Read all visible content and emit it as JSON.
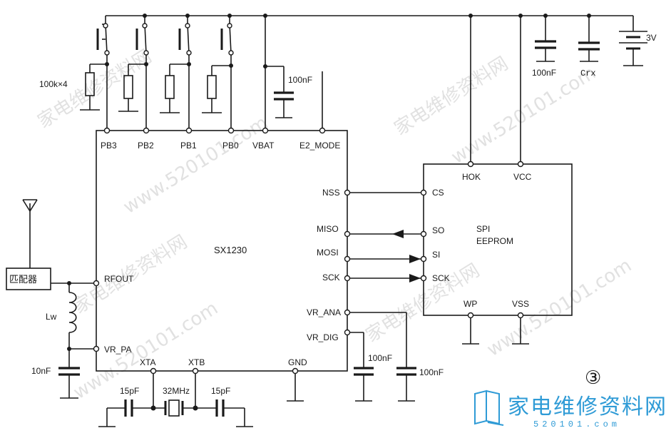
{
  "chips": {
    "main": {
      "name": "SX1230",
      "pins": {
        "pb3": "PB3",
        "pb2": "PB2",
        "pb1": "PB1",
        "pb0": "PB0",
        "vbat": "VBAT",
        "e2_mode": "E2_MODE",
        "nss": "NSS",
        "miso": "MISO",
        "mosi": "MOSI",
        "sck": "SCK",
        "vr_ana": "VR_ANA",
        "vr_dig": "VR_DIG",
        "rfout": "RFOUT",
        "vr_pa": "VR_PA",
        "xta": "XTA",
        "xtb": "XTB",
        "gnd": "GND"
      }
    },
    "eeprom": {
      "line1": "SPI",
      "line2": "EEPROM",
      "pins": {
        "hok": "HOK",
        "vcc": "VCC",
        "cs": "CS",
        "so": "SO",
        "si": "SI",
        "sck": "SCK",
        "wp": "WP",
        "vss": "VSS"
      }
    }
  },
  "components": {
    "resistors": "100k×4",
    "cap_vbat": "100nF",
    "cap_supply": "100nF",
    "cap_crx": "Crx",
    "battery": "3V",
    "inductor": "Lw",
    "cap_vrpa": "10nF",
    "matcher": "匹配器",
    "xtal_cap_left": "15pF",
    "xtal": "32MHz",
    "xtal_cap_right": "15pF",
    "cap_vrdig": "100nF",
    "cap_vrana": "100nF"
  },
  "figure_number": "③",
  "watermark": {
    "site_name": "家电维修资料网",
    "site_url": "www.520101.com",
    "logo_url": "520101.com"
  }
}
